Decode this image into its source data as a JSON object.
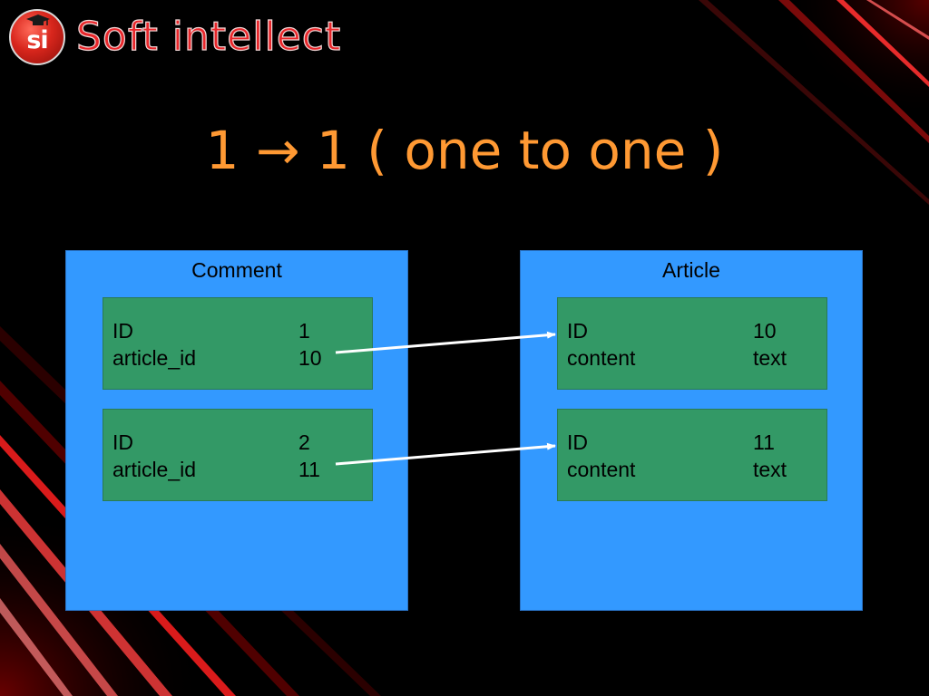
{
  "logo": {
    "badge_text": "si",
    "name": "Soft intellect"
  },
  "title": "1 → 1 ( one to one )",
  "tables": {
    "comment": {
      "name": "Comment",
      "records": [
        {
          "key1": "ID",
          "val1": "1",
          "key2": "article_id",
          "val2": "10"
        },
        {
          "key1": "ID",
          "val1": "2",
          "key2": "article_id",
          "val2": "11"
        }
      ]
    },
    "article": {
      "name": "Article",
      "records": [
        {
          "key1": "ID",
          "val1": "10",
          "key2": "content",
          "val2": "text"
        },
        {
          "key1": "ID",
          "val1": "11",
          "key2": "content",
          "val2": "text"
        }
      ]
    }
  },
  "colors": {
    "title": "#ff9933",
    "table_bg": "#3399ff",
    "record_bg": "#339966",
    "logo_red": "#e8262a",
    "arrow": "#ffffff"
  }
}
